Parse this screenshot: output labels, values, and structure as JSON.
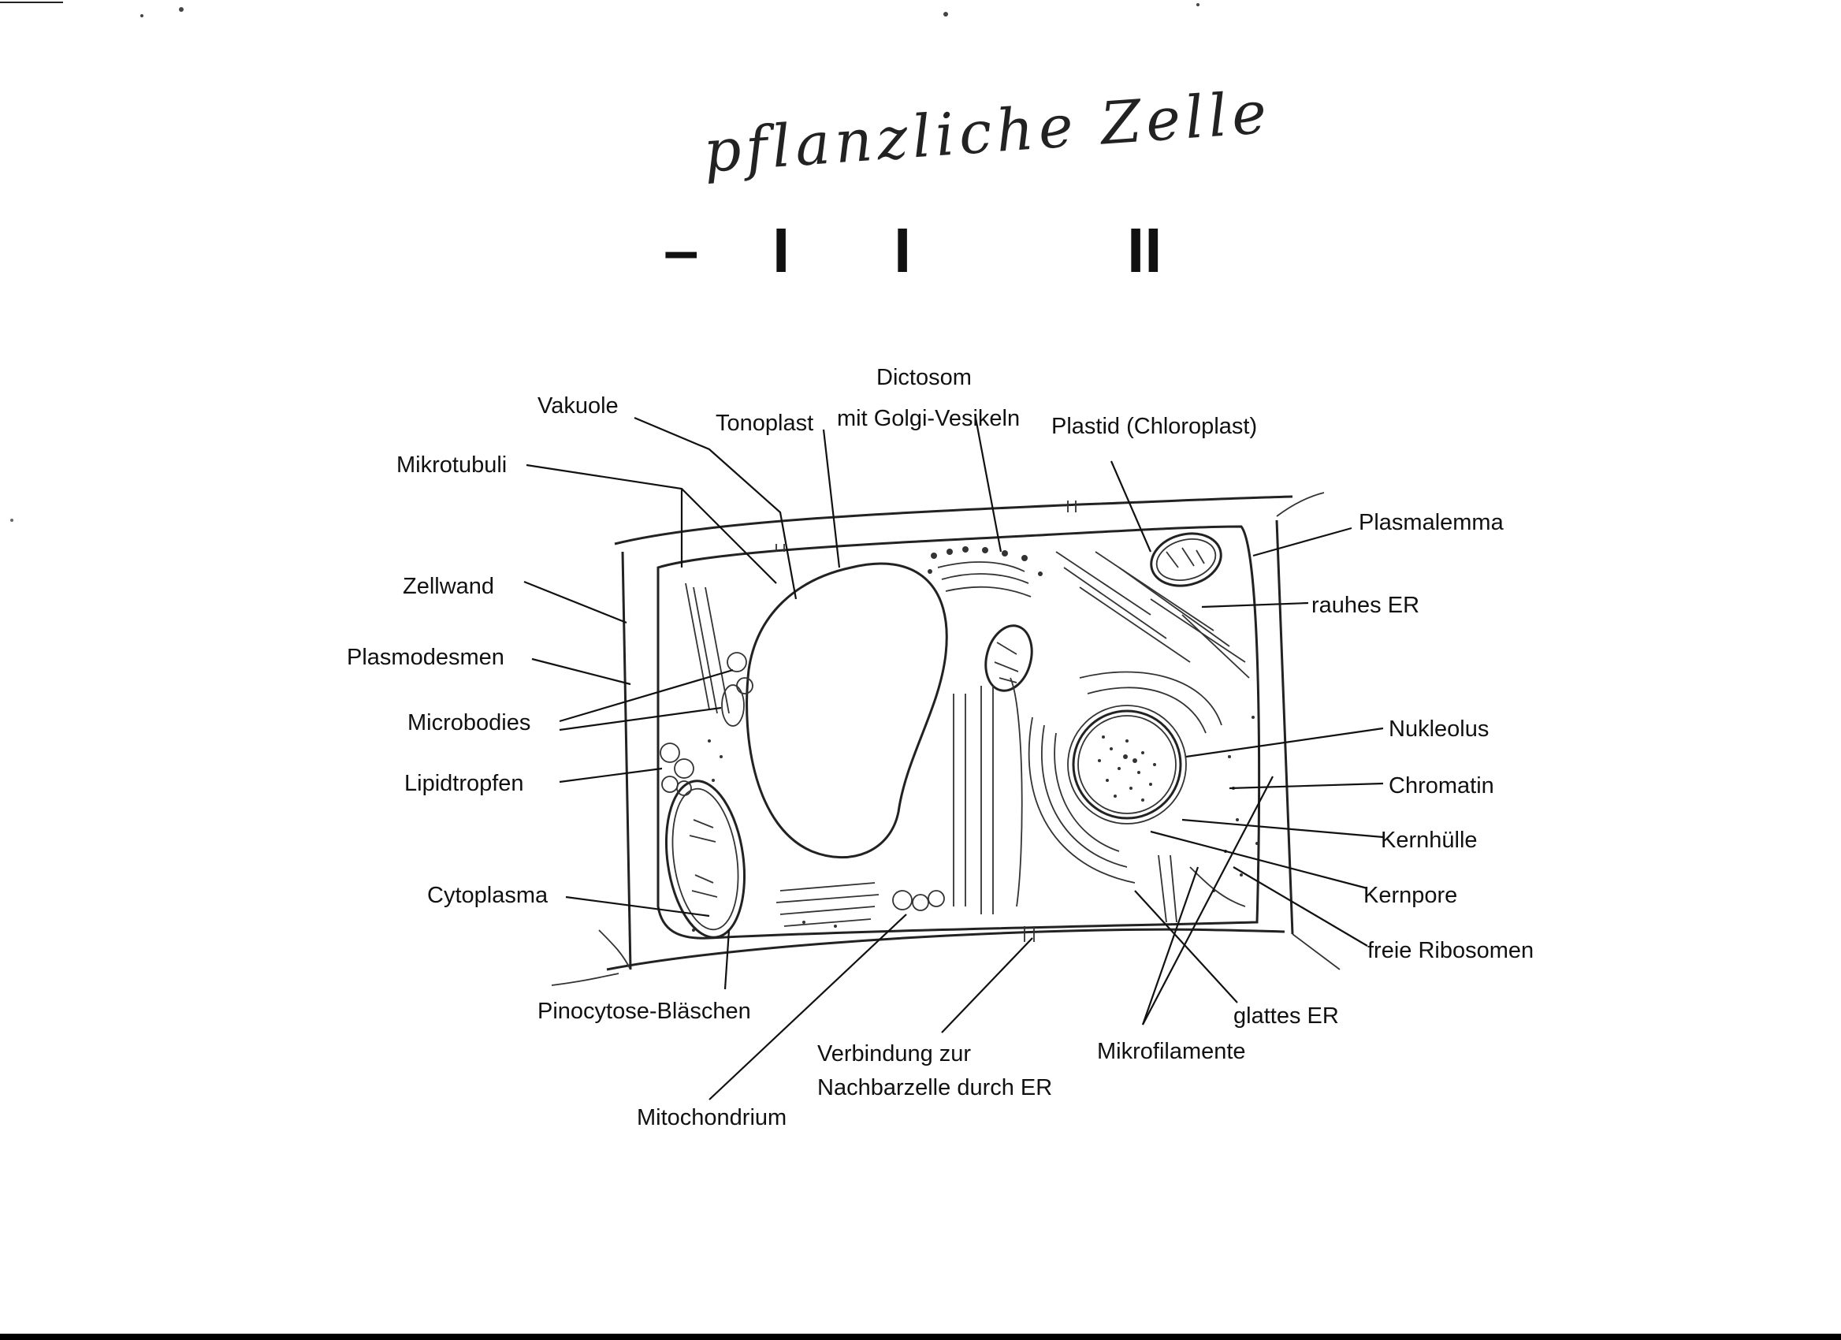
{
  "title": "pflanzliche Zelle",
  "marks": [
    "–",
    "I",
    "I",
    "II"
  ],
  "labels": {
    "dictosom_line1": "Dictosom",
    "dictosom_line2": "mit Golgi-Vesikeln",
    "vakuole": "Vakuole",
    "tonoplast": "Tonoplast",
    "plastid": "Plastid (Chloroplast)",
    "mikrotubuli": "Mikrotubuli",
    "plasmalemma": "Plasmalemma",
    "zellwand": "Zellwand",
    "rauhes_er": "rauhes ER",
    "plasmodesmen": "Plasmodesmen",
    "microbodies": "Microbodies",
    "nukleolus": "Nukleolus",
    "lipidtropfen": "Lipidtropfen",
    "chromatin": "Chromatin",
    "kernhuelle": "Kernhülle",
    "cytoplasma": "Cytoplasma",
    "kernpore": "Kernpore",
    "freie_ribosomen": "freie Ribosomen",
    "pinocytose": "Pinocytose-Bläschen",
    "glattes_er": "glattes ER",
    "verbindung_line1": "Verbindung zur",
    "verbindung_line2": "Nachbarzelle durch ER",
    "mikrofilamente": "Mikrofilamente",
    "mitochondrium": "Mitochondrium"
  }
}
